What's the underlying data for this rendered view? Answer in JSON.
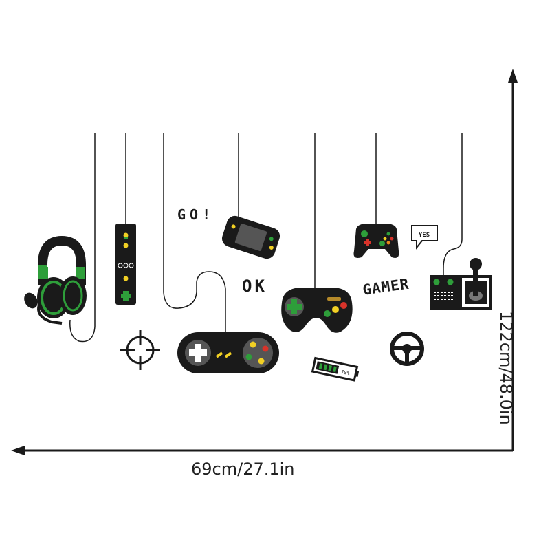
{
  "labels": {
    "go": "GO!",
    "ok": "OK",
    "gamer": "GAMER",
    "yes": "YES",
    "battery": "70%"
  },
  "dimensions": {
    "width": "69cm/27.1in",
    "height": "122cm/48.0in"
  },
  "icons": [
    "headphones-icon",
    "remote-controller-icon",
    "handheld-console-icon",
    "snes-controller-icon",
    "sega-controller-icon",
    "xbox-controller-icon",
    "arcade-joystick-icon",
    "crosshair-icon",
    "steering-wheel-icon",
    "battery-icon",
    "speech-bubble-icon"
  ],
  "colors": {
    "ink": "#1a1a1a",
    "accent_green": "#2e9e3a",
    "accent_yellow": "#f2d024",
    "accent_red": "#d8332a",
    "accent_orange": "#e98a1a"
  }
}
